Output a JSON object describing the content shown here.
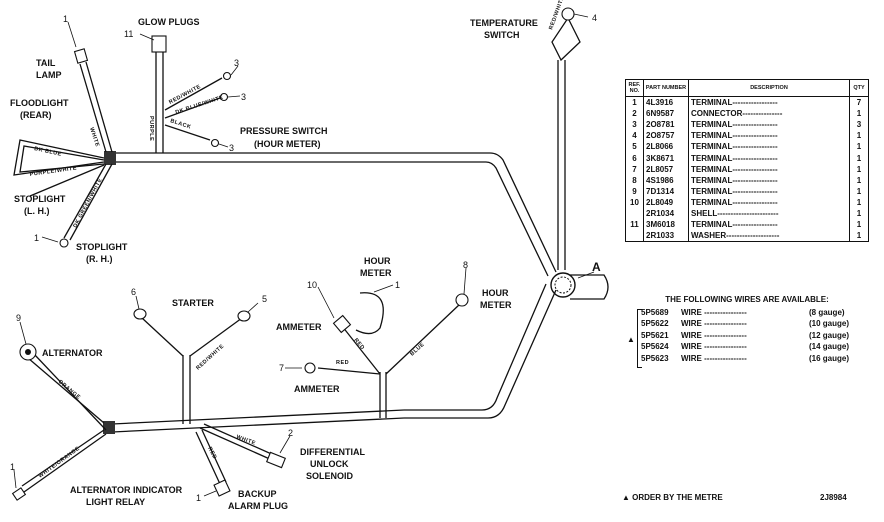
{
  "labels": {
    "glow_plugs": "GLOW PLUGS",
    "tail_lamp_1": "TAIL",
    "tail_lamp_2": "LAMP",
    "floodlight_1": "FLOODLIGHT",
    "floodlight_2": "(REAR)",
    "stoplight_lh_1": "STOPLIGHT",
    "stoplight_lh_2": "(L. H.)",
    "stoplight_rh_1": "STOPLIGHT",
    "stoplight_rh_2": "(R. H.)",
    "pressure_switch_1": "PRESSURE SWITCH",
    "pressure_switch_2": "(HOUR METER)",
    "temperature_switch_1": "TEMPERATURE",
    "temperature_switch_2": "SWITCH",
    "hour_meter_a_1": "HOUR",
    "hour_meter_a_2": "METER",
    "hour_meter_b_1": "HOUR",
    "hour_meter_b_2": "METER",
    "starter": "STARTER",
    "ammeter_a": "AMMETER",
    "ammeter_b": "AMMETER",
    "alternator": "ALTERNATOR",
    "differential_1": "DIFFERENTIAL",
    "differential_2": "UNLOCK",
    "differential_3": "SOLENOID",
    "alt_relay_1": "ALTERNATOR INDICATOR",
    "alt_relay_2": "LIGHT RELAY",
    "backup_alarm_1": "BACKUP",
    "backup_alarm_2": "ALARM PLUG",
    "view_a": "A"
  },
  "wire_labels": {
    "white": "WHITE",
    "red_white": "RED/WHITE",
    "purple": "PURPLE",
    "dk_blue_white": "DK BLUE/WHITE",
    "black": "BLACK",
    "dk_blue": "DK BLUE",
    "purple_white": "PURPLE/WHITE",
    "dk_green_white": "DK GREEN/WHITE",
    "red_white_temp": "RED/WHITE",
    "red_white_starter": "RED/WHITE",
    "red": "RED",
    "red_b": "RED",
    "blue": "BLUE",
    "orange": "ORANGE",
    "white_orange": "WHITE/ORANGE",
    "white_b": "WHITE",
    "red_c": "RED"
  },
  "callouts": {
    "c1_tail": "1",
    "c11": "11",
    "c3a": "3",
    "c3b": "3",
    "c3c": "3",
    "c4": "4",
    "c1_stop": "1",
    "c6": "6",
    "c5": "5",
    "c10": "10",
    "c1_meter": "1",
    "c8": "8",
    "c7": "7",
    "c9": "9",
    "c2": "2",
    "c1_relay": "1",
    "c1_backup": "1"
  },
  "parts_table": {
    "headers": {
      "ref": "REF. NO.",
      "part": "PART NUMBER",
      "desc": "DESCRIPTION",
      "qty": "QTY"
    },
    "rows": [
      {
        "ref": "1",
        "pn": "4L3916",
        "desc": "TERMINAL-----------------",
        "qty": "7"
      },
      {
        "ref": "2",
        "pn": "6N9587",
        "desc": "CONNECTOR---------------",
        "qty": "1"
      },
      {
        "ref": "3",
        "pn": "2O8781",
        "desc": "TERMINAL-----------------",
        "qty": "3"
      },
      {
        "ref": "4",
        "pn": "2O8757",
        "desc": "TERMINAL-----------------",
        "qty": "1"
      },
      {
        "ref": "5",
        "pn": "2L8066",
        "desc": "TERMINAL-----------------",
        "qty": "1"
      },
      {
        "ref": "6",
        "pn": "3K8671",
        "desc": "TERMINAL-----------------",
        "qty": "1"
      },
      {
        "ref": "7",
        "pn": "2L8057",
        "desc": "TERMINAL-----------------",
        "qty": "1"
      },
      {
        "ref": "8",
        "pn": "4S1986",
        "desc": "TERMINAL-----------------",
        "qty": "1"
      },
      {
        "ref": "9",
        "pn": "7D1314",
        "desc": "TERMINAL-----------------",
        "qty": "1"
      },
      {
        "ref": "10",
        "pn": "2L8049",
        "desc": "TERMINAL-----------------",
        "qty": "1"
      },
      {
        "ref": "",
        "pn": "2R1034",
        "desc": "SHELL-----------------------",
        "qty": "1"
      },
      {
        "ref": "11",
        "pn": "3M6018",
        "desc": "TERMINAL-----------------",
        "qty": "1"
      },
      {
        "ref": "",
        "pn": "2R1033",
        "desc": "WASHER--------------------",
        "qty": "1"
      }
    ]
  },
  "wires_available": {
    "heading": "THE FOLLOWING WIRES ARE AVAILABLE:",
    "marker": "▲",
    "rows": [
      {
        "pn": "5P5689",
        "desc": "WIRE ----------------",
        "gauge": "(8 gauge)"
      },
      {
        "pn": "5P5622",
        "desc": "WIRE ----------------",
        "gauge": "(10 gauge)"
      },
      {
        "pn": "5P5621",
        "desc": "WIRE ----------------",
        "gauge": "(12 gauge)"
      },
      {
        "pn": "5P5624",
        "desc": "WIRE ----------------",
        "gauge": "(14 gauge)"
      },
      {
        "pn": "5P5623",
        "desc": "WIRE ----------------",
        "gauge": "(16 gauge)"
      }
    ]
  },
  "footnote": "▲ ORDER BY THE METRE",
  "drawing_number": "2J8984"
}
